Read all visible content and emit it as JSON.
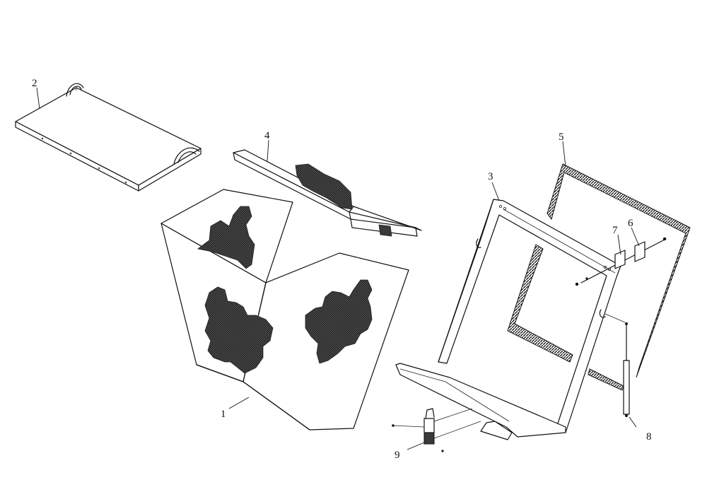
{
  "parts": [
    {
      "id": "label-1",
      "label": "1"
    },
    {
      "id": "label-2",
      "label": "2"
    },
    {
      "id": "label-3",
      "label": "3"
    },
    {
      "id": "label-4",
      "label": "4"
    },
    {
      "id": "label-5",
      "label": "5"
    },
    {
      "id": "label-6",
      "label": "6"
    },
    {
      "id": "label-7",
      "label": "7"
    },
    {
      "id": "label-8",
      "label": "8"
    },
    {
      "id": "label-9",
      "label": "9"
    }
  ]
}
